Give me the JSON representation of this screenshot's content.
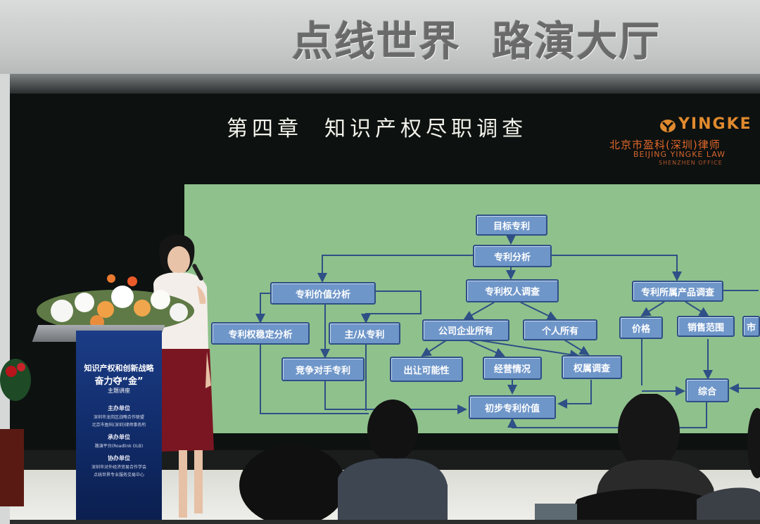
{
  "hall_sign": "点线世界  路演大厅",
  "slide": {
    "title": "第四章  知识产权尽职调查",
    "logo_text": "YINGKE",
    "firm_cn": "北京市盈科(深圳)律师",
    "firm_en": "BEIJING YINGKE LAW",
    "firm_en2": "SHENZHEN OFFICE"
  },
  "diagram": {
    "nodes": [
      {
        "id": "target",
        "label": "目标专利"
      },
      {
        "id": "analysis",
        "label": "专利分析"
      },
      {
        "id": "value",
        "label": "专利价值分析"
      },
      {
        "id": "owner",
        "label": "专利权人调查"
      },
      {
        "id": "product",
        "label": "专利所属产品调查"
      },
      {
        "id": "stability",
        "label": "专利权稳定分析"
      },
      {
        "id": "mainsub",
        "label": "主/从专利"
      },
      {
        "id": "company",
        "label": "公司企业所有"
      },
      {
        "id": "person",
        "label": "个人所有"
      },
      {
        "id": "price",
        "label": "价格"
      },
      {
        "id": "sales",
        "label": "销售范围"
      },
      {
        "id": "market",
        "label": "市"
      },
      {
        "id": "competitor",
        "label": "竞争对手专利"
      },
      {
        "id": "transfer",
        "label": "出让可能性"
      },
      {
        "id": "operation",
        "label": "经营情况"
      },
      {
        "id": "ownership",
        "label": "权属调查"
      },
      {
        "id": "overall",
        "label": "综合"
      },
      {
        "id": "prelim",
        "label": "初步专利价值"
      }
    ]
  },
  "podium": {
    "line1": "知识产权和创新战略",
    "line2": "奋力夺“金”",
    "line3": "主题讲座",
    "host_heading": "主办单位",
    "host_1": "深圳市龙岗区战略合作联盟",
    "host_2": "北京市盈科(深圳)律师事务所",
    "organizer_heading": "承办单位",
    "organizer_1": "路演平台(Roadlink OLB)",
    "co_heading": "协办单位",
    "co_1": "深圳市对外经济贸易合作学会",
    "co_2": "点线世界专业服务交易中心"
  },
  "colors": {
    "diagram_bg": "#8fc18c",
    "node_fill": "#6f96c9",
    "node_border": "#2f4f86",
    "podium_blue": "#143273",
    "logo_orange": "#e08a2e"
  }
}
